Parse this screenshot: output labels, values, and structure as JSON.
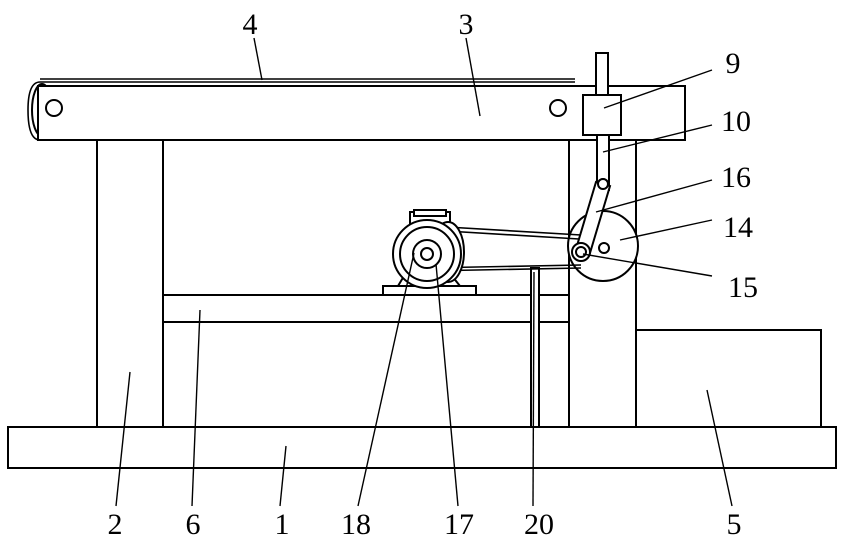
{
  "labels": {
    "l1": "1",
    "l2": "2",
    "l3": "3",
    "l4": "4",
    "l5": "5",
    "l6": "6",
    "l9": "9",
    "l10": "10",
    "l14": "14",
    "l15": "15",
    "l16": "16",
    "l17": "17",
    "l18": "18",
    "l20": "20"
  },
  "colors": {
    "line": "#000000",
    "background": "#ffffff"
  }
}
